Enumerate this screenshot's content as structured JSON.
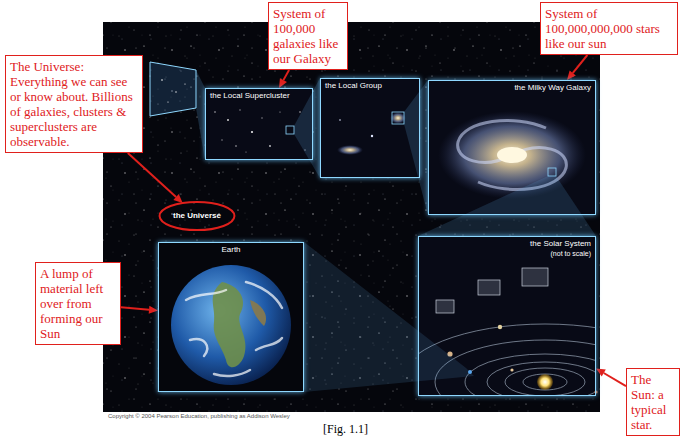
{
  "diagram": {
    "caption": "[Fig. 1.1]",
    "nodes": [
      {
        "text": [
          "System of 100,000 galaxies like our Galaxy"
        ]
      },
      {
        "text": [
          "System of 100,000,000,000 stars like our sun"
        ]
      },
      {
        "text": [
          "The Universe: Everything we can see or know about. Billions of galaxies, clusters & superclusters are observable."
        ]
      },
      {
        "text": [
          "the Local Supercluster"
        ]
      },
      {
        "text": [
          "the Local Group"
        ]
      },
      {
        "text": [
          "the Milky Way Galaxy"
        ]
      },
      {
        "text": [
          "the Universe"
        ]
      },
      {
        "text": [
          "Earth"
        ]
      },
      {
        "text": [
          "the Solar System",
          "(not to scale)"
        ]
      },
      {
        "text": [
          "A lump of material left over from forming our Sun"
        ]
      },
      {
        "text": [
          "The Sun: a typical star."
        ]
      }
    ],
    "edges": [
      {
        "from": 0,
        "to": 3,
        "arrow": "to"
      },
      {
        "from": 1,
        "to": 5,
        "arrow": "to"
      },
      {
        "from": 2,
        "to": 6,
        "arrow": "to"
      },
      {
        "from": 9,
        "to": 7,
        "arrow": "to"
      },
      {
        "from": 10,
        "to": 8,
        "arrow": "to"
      }
    ],
    "labels": [
      "Copyright © 2004 Pearson Education, publishing as Addison Wesley"
    ]
  }
}
